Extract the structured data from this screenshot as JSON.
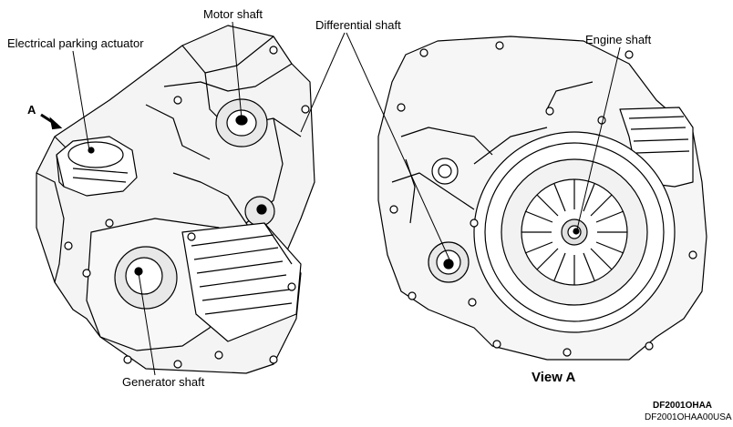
{
  "labels": {
    "electrical_parking_actuator": "Electrical parking actuator",
    "motor_shaft": "Motor shaft",
    "differential_shaft": "Differential shaft",
    "engine_shaft": "Engine shaft",
    "generator_shaft": "Generator shaft",
    "arrow_a": "A",
    "view_a": "View A"
  },
  "figure_codes": {
    "primary": "DF2001OHAA",
    "secondary": "DF2001OHAA00USA"
  },
  "colors": {
    "ink": "#000000",
    "paper": "#ffffff",
    "shade": "#e8e8e8"
  }
}
